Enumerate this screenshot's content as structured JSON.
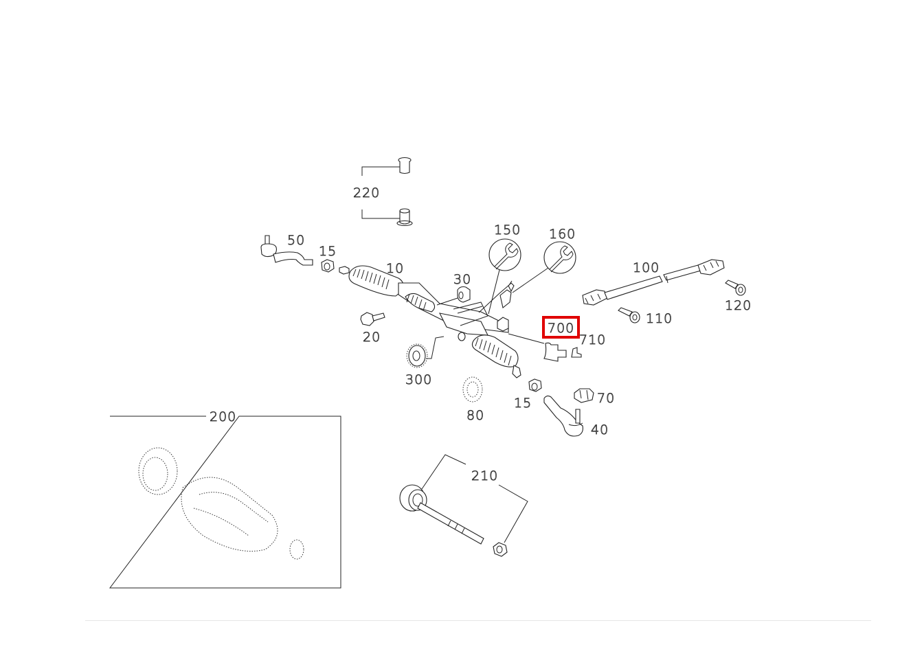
{
  "diagram": {
    "type": "exploded-parts-diagram",
    "subject": "steering rack and steering shaft assembly",
    "highlight": {
      "label": "700",
      "color": "#e00000"
    },
    "callouts": [
      {
        "id": "220",
        "label": "220"
      },
      {
        "id": "50",
        "label": "50"
      },
      {
        "id": "15a",
        "label": "15"
      },
      {
        "id": "10",
        "label": "10"
      },
      {
        "id": "150",
        "label": "150"
      },
      {
        "id": "160",
        "label": "160"
      },
      {
        "id": "30",
        "label": "30"
      },
      {
        "id": "20",
        "label": "20"
      },
      {
        "id": "100",
        "label": "100"
      },
      {
        "id": "120",
        "label": "120"
      },
      {
        "id": "110",
        "label": "110"
      },
      {
        "id": "700",
        "label": "700"
      },
      {
        "id": "710",
        "label": "710"
      },
      {
        "id": "300",
        "label": "300"
      },
      {
        "id": "15b",
        "label": "15"
      },
      {
        "id": "70",
        "label": "70"
      },
      {
        "id": "80",
        "label": "80"
      },
      {
        "id": "40",
        "label": "40"
      },
      {
        "id": "200",
        "label": "200"
      },
      {
        "id": "210",
        "label": "210"
      }
    ],
    "tool_icons": [
      "wrench-icon",
      "wrench-icon"
    ]
  }
}
